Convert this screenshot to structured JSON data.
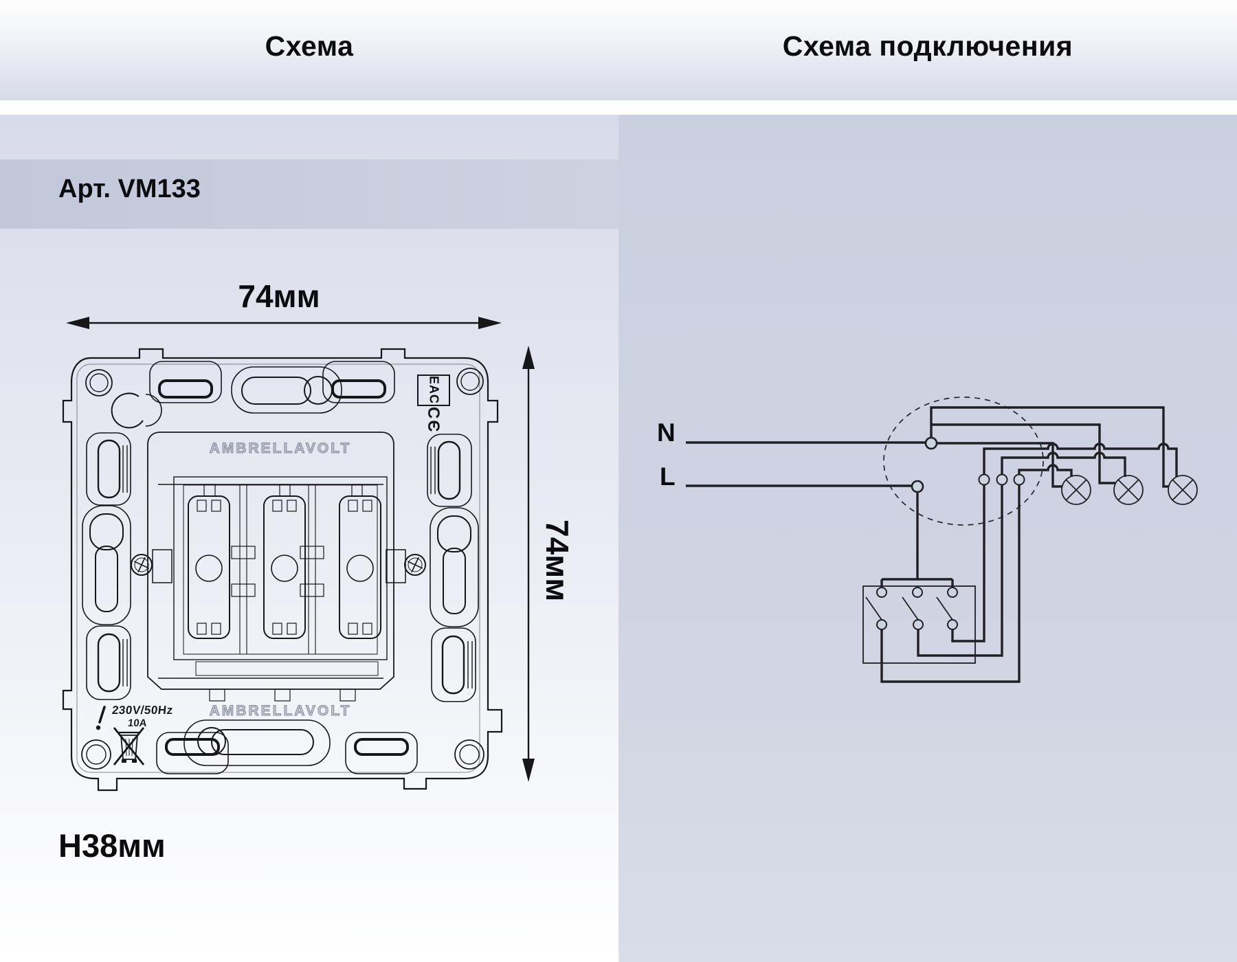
{
  "titles": {
    "left": "Схема",
    "right": "Схема подключения"
  },
  "product": {
    "article": "Арт. VM133",
    "depth": "H38мм"
  },
  "dimensions": {
    "width": "74мм",
    "height": "74мм"
  },
  "plate_markings": {
    "brand_top": "AMBRELLAVOLT",
    "brand_bottom": "AMBRELLAVOLT",
    "rating": "230V/50Hz",
    "current": "10A",
    "eac": "EAC",
    "ce": "CЄ"
  },
  "wiring": {
    "neutral": "N",
    "phase": "L"
  },
  "colors": {
    "accent_band": "#c7ccdd",
    "right_panel": "#ccd1e0",
    "line": "#17171a"
  }
}
